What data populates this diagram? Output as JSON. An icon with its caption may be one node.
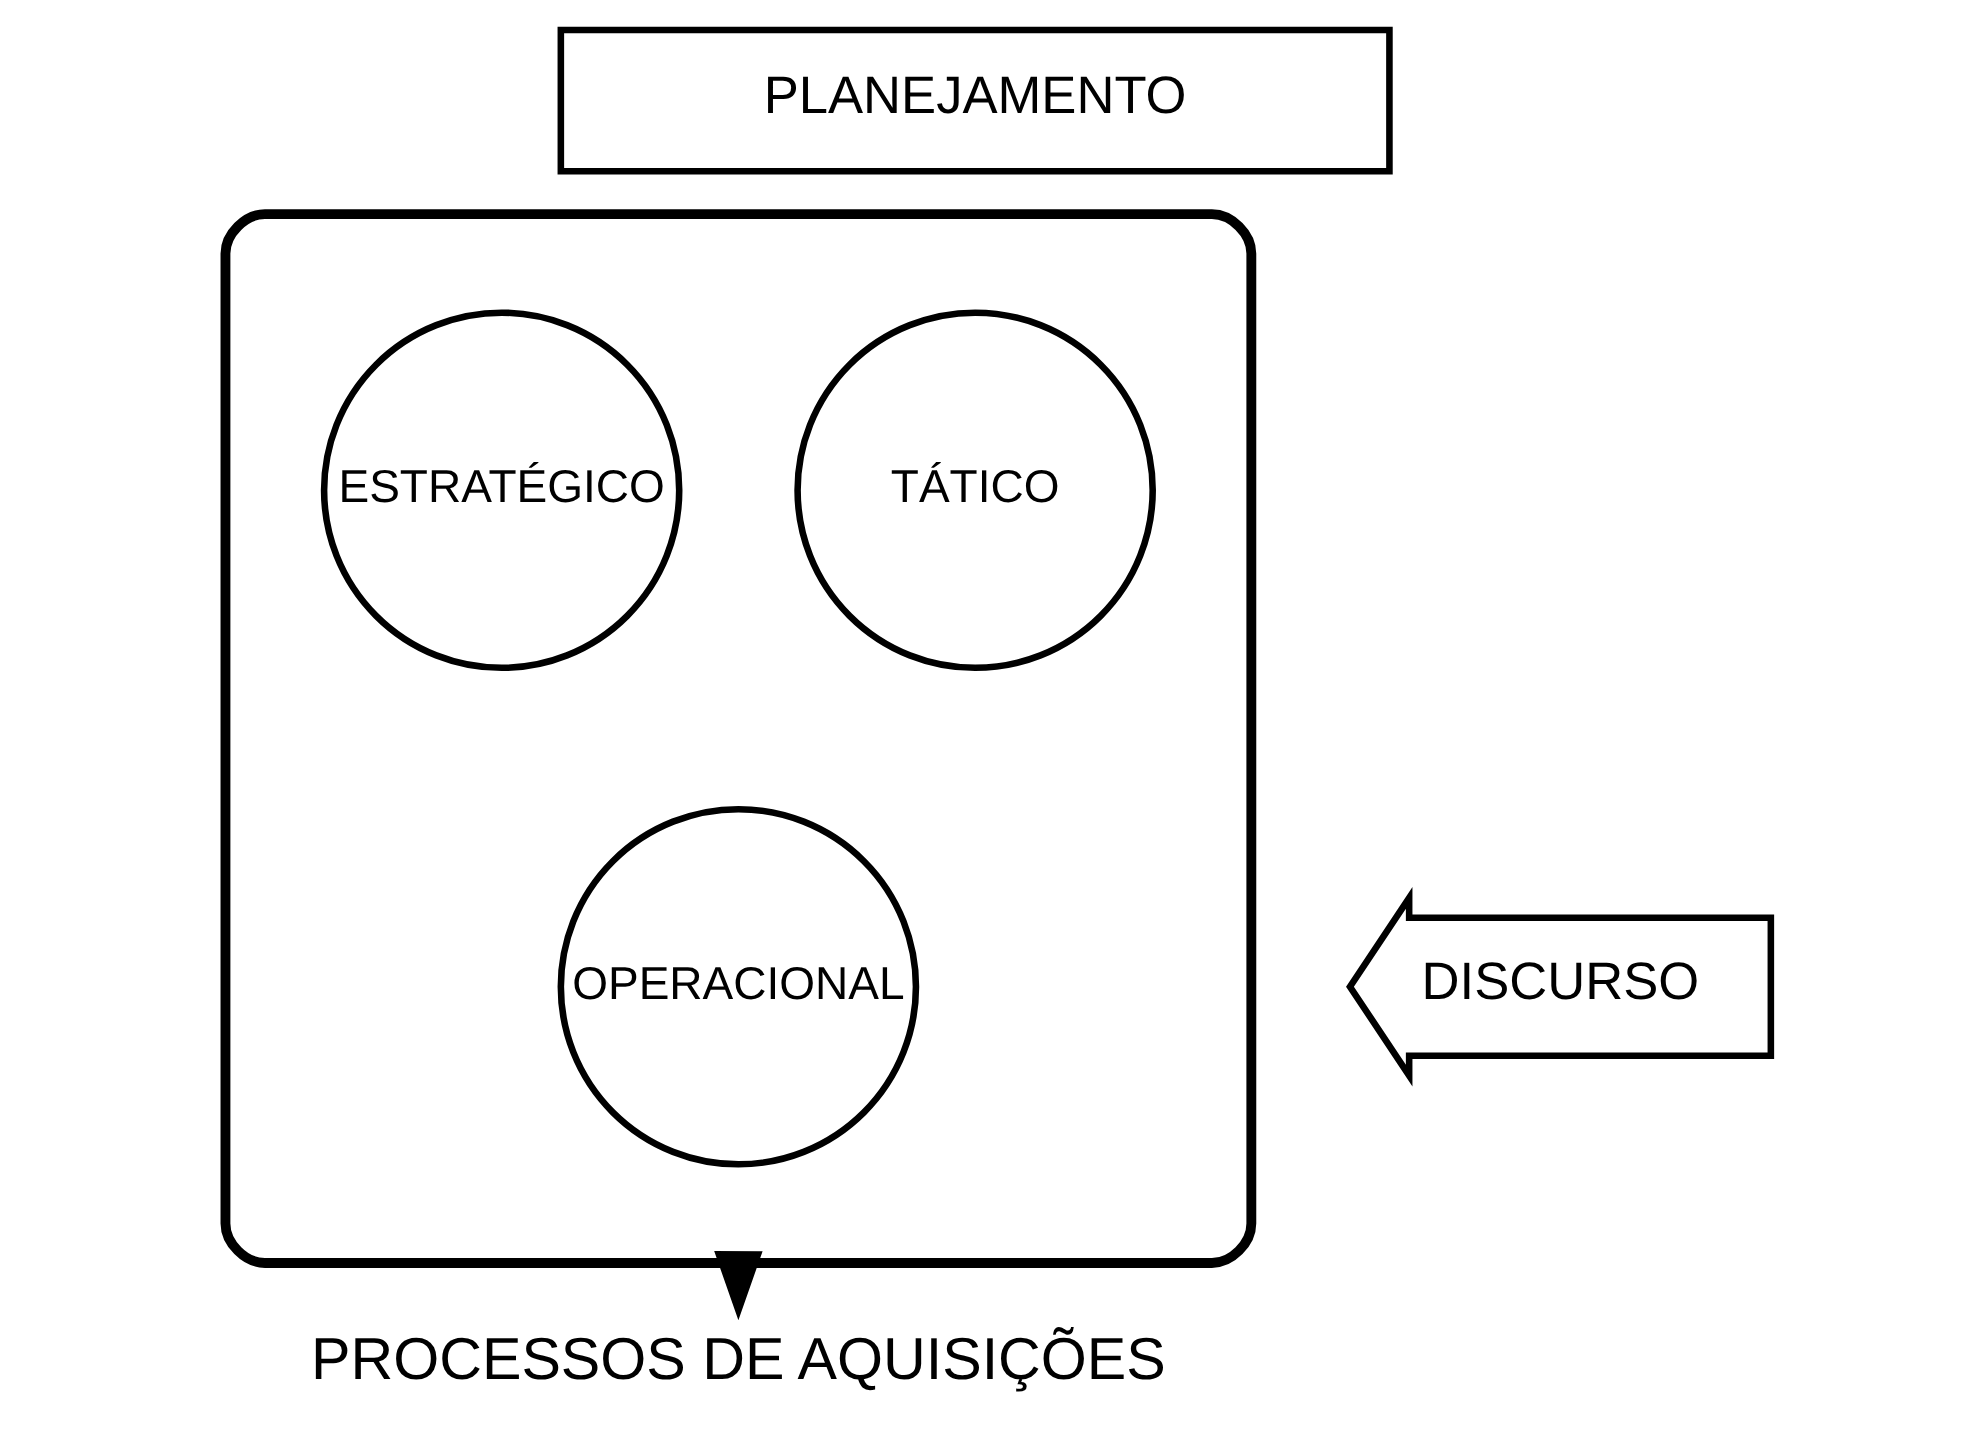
{
  "diagram": {
    "nodes": [
      {
        "text": [
          "PLANEJAMENTO"
        ]
      },
      {
        "text": [],
        "shape": "funnel"
      },
      {
        "text": [
          "TÁTICO"
        ],
        "in": 1
      },
      {
        "text": [
          "ESTRATÉGICO"
        ],
        "in": 1
      },
      {
        "text": [
          "OPERACIONAL"
        ],
        "in": 1
      },
      {
        "text": [
          "DISCURSO"
        ]
      },
      {
        "text": [
          "PROCESSOS DE AQUISIÇÕES"
        ]
      }
    ],
    "edges": [
      {
        "from": 1,
        "to": 6,
        "arrow": "to",
        "style": "thick"
      }
    ]
  }
}
